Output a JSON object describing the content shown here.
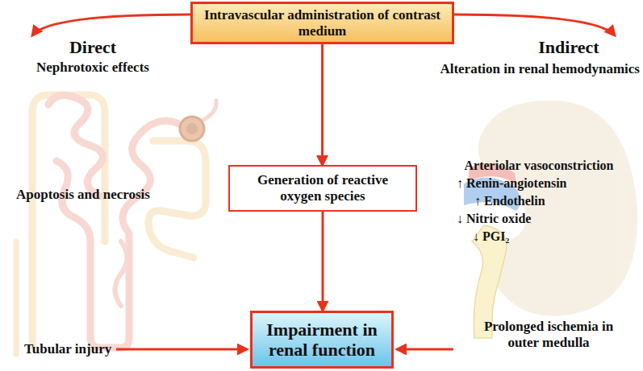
{
  "diagram": {
    "nodes": [
      {
        "text": [
          "Intravascular administration of contrast medium"
        ]
      },
      {
        "text": [
          "Generation of reactive oxygen species"
        ]
      },
      {
        "text": [
          "Impairment in renal function"
        ]
      }
    ],
    "edges": [
      {
        "from": 0,
        "to": 1,
        "arrow": "to"
      },
      {
        "from": 1,
        "to": 2,
        "arrow": "to"
      }
    ],
    "labels": [
      "Direct",
      "Nephrotoxic effects",
      "Indirect",
      "Alteration in renal hemodynamics",
      "Apoptosis and necrosis",
      "Arteriolar vasoconstriction",
      "↑ Renin-angiotensin",
      "↑ Endothelin",
      "↓ Nitric oxide",
      "↓ PGI₂",
      "Tubular injury",
      "Prolonged ischemia in outer medulla"
    ]
  }
}
